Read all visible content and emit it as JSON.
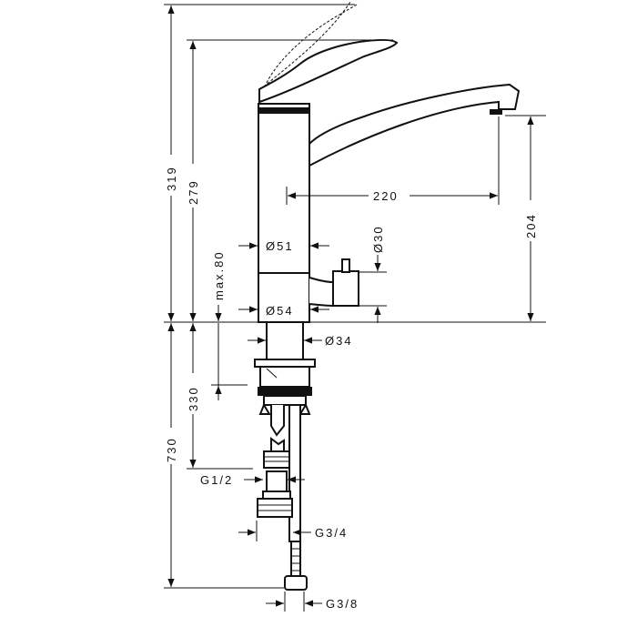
{
  "drawing": {
    "dimensions": {
      "total_height_above": "319",
      "spout_top_height": "279",
      "spout_reach": "220",
      "spout_outlet_height": "204",
      "body_diameter": "Ø51",
      "knob_diameter": "Ø30",
      "max_deck_thickness": "max.80",
      "base_diameter": "Ø54",
      "shank_diameter": "Ø34",
      "below_deck_length": "330",
      "hose_length": "730",
      "thread_supply": "G1/2",
      "thread_outlet": "G3/4",
      "thread_hose": "G3/8"
    }
  }
}
